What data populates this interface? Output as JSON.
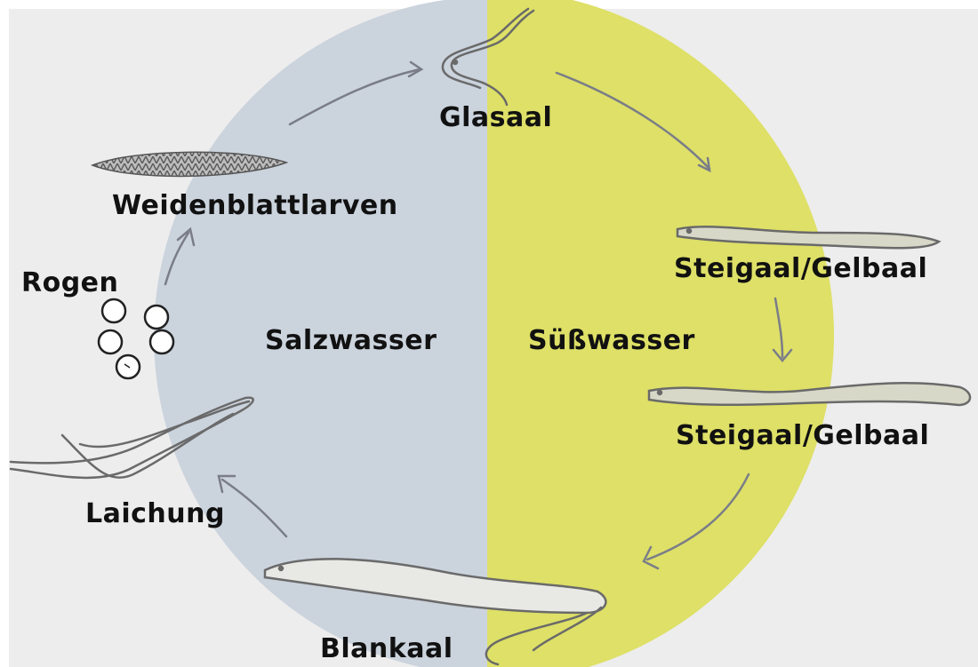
{
  "diagram": {
    "colors": {
      "salt_water": "#cbd3dd",
      "fresh_water": "#dee067",
      "background": "#ededed",
      "eel_stroke": "#6a6a6a",
      "arrow": "#7a7d88"
    },
    "zones": {
      "salt": "Salzwasser",
      "fresh": "Süßwasser"
    },
    "stages": {
      "glass_eel": "Glasaal",
      "leptocephalus": "Weidenblattlarven",
      "roe": "Rogen",
      "yellow_eel_1": "Steigaal/Gelbaal",
      "yellow_eel_2": "Steigaal/Gelbaal",
      "spawning": "Laichung",
      "silver_eel": "Blankaal"
    }
  }
}
